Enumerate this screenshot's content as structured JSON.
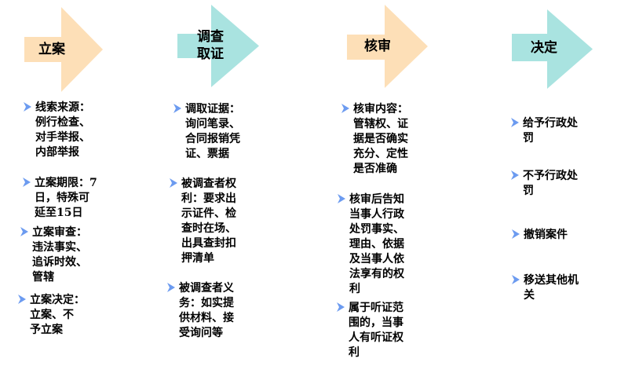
{
  "colors": {
    "orange": "#FDDFB7",
    "teal": "#A9E3E0",
    "bullet": "#6C9BF0"
  },
  "steps": [
    {
      "label_lines": [
        "立案"
      ],
      "color": "orange"
    },
    {
      "label_lines": [
        "调查",
        "取证"
      ],
      "color": "teal"
    },
    {
      "label_lines": [
        "核审"
      ],
      "color": "orange"
    },
    {
      "label_lines": [
        "决定"
      ],
      "color": "teal"
    }
  ],
  "columns": [
    {
      "bullets": [
        {
          "lines": [
            "线索来源：",
            "例行检查、",
            "对手举报、",
            "内部举报"
          ]
        },
        {
          "lines": [
            "立案期限：7",
            "日，特殊可",
            "延至15日"
          ]
        },
        {
          "lines": [
            "立案审查：",
            "违法事实、",
            "追诉时效、",
            "管辖"
          ]
        },
        {
          "lines": [
            "立案决定：",
            "立案、不",
            "予立案"
          ]
        }
      ]
    },
    {
      "bullets": [
        {
          "lines": [
            "调取证据：",
            "询问笔录、",
            "合同报销凭",
            "证、票据"
          ]
        },
        {
          "lines": [
            " 被调查者权",
            "利：要求出",
            "示证件、检",
            "查时在场、",
            "出具查封扣",
            "押清单"
          ]
        },
        {
          "lines": [
            "被调查者义",
            "务：如实提",
            "供材料、接",
            "受询问等"
          ]
        }
      ]
    },
    {
      "bullets": [
        {
          "lines": [
            "核审内容：",
            "管辖权、证",
            "据是否确实",
            "充分、定性",
            "是否准确"
          ]
        },
        {
          "lines": [
            " 核审后告知",
            "当事人行政",
            "处罚事实、",
            "理由、依据",
            "及当事人依",
            "法享有的权",
            "利"
          ]
        },
        {
          "lines": [
            "属于听证范",
            "围的，当事",
            "人有听证权",
            "利"
          ]
        }
      ]
    },
    {
      "bullets": [
        {
          "lines": [
            "给予行政处",
            "罚"
          ]
        },
        {
          "lines": [
            "不予行政处",
            "罚"
          ]
        },
        {
          "lines": [
            "撤销案件"
          ]
        },
        {
          "lines": [
            "移送其他机",
            "关"
          ]
        }
      ]
    }
  ]
}
